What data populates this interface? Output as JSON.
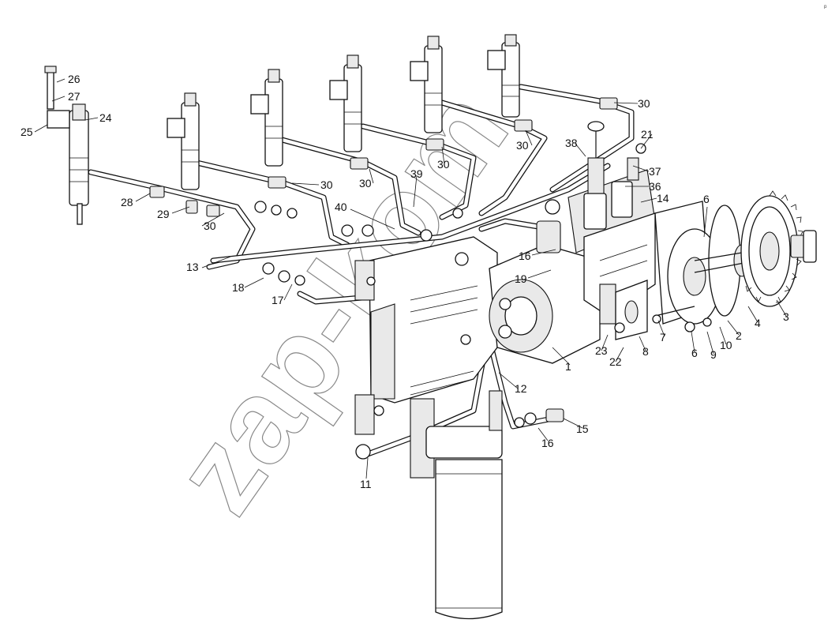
{
  "watermark": "zap-kom",
  "callouts": [
    {
      "id": "c-26",
      "text": "26",
      "leader": [
        [
          82,
          100
        ],
        [
          72,
          104
        ]
      ]
    },
    {
      "id": "c-27",
      "text": "27",
      "leader": [
        [
          82,
          122
        ],
        [
          66,
          128
        ]
      ]
    },
    {
      "id": "c-24",
      "text": "24",
      "leader": [
        [
          124,
          149
        ],
        [
          108,
          152
        ]
      ]
    },
    {
      "id": "c-25",
      "text": "25",
      "leader": [
        [
          44,
          167
        ],
        [
          60,
          158
        ]
      ]
    },
    {
      "id": "c-28",
      "text": "28",
      "leader": [
        [
          172,
          255
        ],
        [
          190,
          245
        ]
      ]
    },
    {
      "id": "c-29",
      "text": "29",
      "leader": [
        [
          218,
          270
        ],
        [
          240,
          262
        ]
      ]
    },
    {
      "id": "c-30a",
      "text": "30",
      "leader": [
        [
          256,
          286
        ],
        [
          284,
          270
        ]
      ]
    },
    {
      "id": "c-30b",
      "text": "30",
      "leader": [
        [
          404,
          234
        ],
        [
          370,
          232
        ]
      ]
    },
    {
      "id": "c-30c",
      "text": "30",
      "leader": [
        [
          473,
          232
        ],
        [
          468,
          214
        ]
      ]
    },
    {
      "id": "c-30d",
      "text": "30",
      "leader": [
        [
          563,
          208
        ],
        [
          560,
          186
        ]
      ]
    },
    {
      "id": "c-30e",
      "text": "30",
      "leader": [
        [
          674,
          184
        ],
        [
          666,
          165
        ]
      ]
    },
    {
      "id": "c-30f",
      "text": "30",
      "leader": [
        [
          808,
          131
        ],
        [
          778,
          130
        ]
      ]
    },
    {
      "id": "c-39",
      "text": "39",
      "leader": [
        [
          528,
          222
        ],
        [
          524,
          262
        ]
      ]
    },
    {
      "id": "c-40",
      "text": "40",
      "leader": [
        [
          444,
          265
        ],
        [
          500,
          290
        ]
      ]
    },
    {
      "id": "c-13",
      "text": "13",
      "leader": [
        [
          256,
          339
        ],
        [
          292,
          325
        ]
      ]
    },
    {
      "id": "c-18",
      "text": "18",
      "leader": [
        [
          310,
          364
        ],
        [
          334,
          352
        ]
      ]
    },
    {
      "id": "c-17",
      "text": "17",
      "leader": [
        [
          360,
          380
        ],
        [
          370,
          360
        ]
      ]
    },
    {
      "id": "c-16a",
      "text": "16",
      "leader": [
        [
          674,
          323
        ],
        [
          704,
          316
        ]
      ]
    },
    {
      "id": "c-19",
      "text": "19",
      "leader": [
        [
          669,
          352
        ],
        [
          698,
          342
        ]
      ]
    },
    {
      "id": "c-38",
      "text": "38",
      "leader": [
        [
          729,
          182
        ],
        [
          742,
          198
        ]
      ]
    },
    {
      "id": "c-21",
      "text": "21",
      "leader": [
        [
          826,
          170
        ],
        [
          812,
          188
        ]
      ]
    },
    {
      "id": "c-37",
      "text": "37",
      "leader": [
        [
          822,
          217
        ],
        [
          802,
          210
        ]
      ]
    },
    {
      "id": "c-36",
      "text": "36",
      "leader": [
        [
          822,
          236
        ],
        [
          792,
          236
        ]
      ]
    },
    {
      "id": "c-14",
      "text": "14",
      "leader": [
        [
          832,
          251
        ],
        [
          812,
          256
        ]
      ]
    },
    {
      "id": "c-6a",
      "text": "6",
      "leader": [
        [
          896,
          262
        ],
        [
          892,
          300
        ]
      ]
    },
    {
      "id": "c-1",
      "text": "1",
      "leader": [
        [
          722,
          462
        ],
        [
          700,
          440
        ]
      ]
    },
    {
      "id": "c-23",
      "text": "23",
      "leader": [
        [
          762,
          444
        ],
        [
          770,
          424
        ]
      ]
    },
    {
      "id": "c-22",
      "text": "22",
      "leader": [
        [
          780,
          458
        ],
        [
          790,
          440
        ]
      ]
    },
    {
      "id": "c-8",
      "text": "8",
      "leader": [
        [
          818,
          444
        ],
        [
          810,
          426
        ]
      ]
    },
    {
      "id": "c-7",
      "text": "7",
      "leader": [
        [
          842,
          426
        ],
        [
          834,
          406
        ]
      ]
    },
    {
      "id": "c-6b",
      "text": "6",
      "leader": [
        [
          880,
          446
        ],
        [
          876,
          420
        ]
      ]
    },
    {
      "id": "c-9",
      "text": "9",
      "leader": [
        [
          904,
          448
        ],
        [
          896,
          420
        ]
      ]
    },
    {
      "id": "c-10",
      "text": "10",
      "leader": [
        [
          920,
          436
        ],
        [
          912,
          414
        ]
      ]
    },
    {
      "id": "c-2",
      "text": "2",
      "leader": [
        [
          936,
          424
        ],
        [
          922,
          406
        ]
      ]
    },
    {
      "id": "c-4",
      "text": "4",
      "leader": [
        [
          960,
          408
        ],
        [
          948,
          388
        ]
      ]
    },
    {
      "id": "c-3",
      "text": "3",
      "leader": [
        [
          996,
          400
        ],
        [
          984,
          380
        ]
      ]
    },
    {
      "id": "c-12",
      "text": "12",
      "leader": [
        [
          656,
          492
        ],
        [
          632,
          472
        ]
      ]
    },
    {
      "id": "c-15",
      "text": "15",
      "leader": [
        [
          738,
          542
        ],
        [
          714,
          530
        ]
      ]
    },
    {
      "id": "c-16b",
      "text": "16",
      "leader": [
        [
          694,
          558
        ],
        [
          682,
          542
        ]
      ]
    },
    {
      "id": "c-11",
      "text": "11",
      "leader": [
        [
          464,
          606
        ],
        [
          466,
          580
        ]
      ]
    }
  ]
}
